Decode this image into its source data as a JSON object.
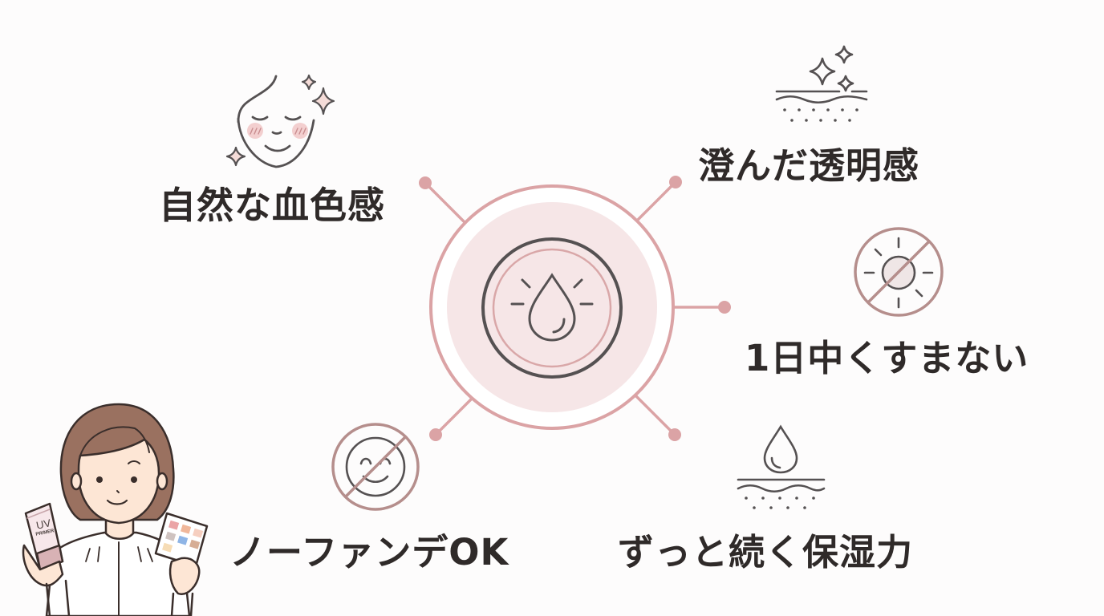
{
  "center": {
    "icon": "water-drop-shine-icon",
    "colors": {
      "ring": "#dba3a5",
      "disc": "#f6e6e7",
      "inner_ring_dark": "#555152",
      "inner_ring_pink": "#d9a7a8",
      "connector": "#dba3a5",
      "connector_dot": "#dba3a5"
    }
  },
  "features": [
    {
      "label": "自然な血色感",
      "icon": "glowing-face-icon",
      "position": "top-left"
    },
    {
      "label": "澄んだ透明感",
      "icon": "sparkle-skin-icon",
      "position": "top-right"
    },
    {
      "label": "1日中くすまない",
      "icon": "no-dullness-sun-icon",
      "position": "right"
    },
    {
      "label": "ノーファンデOK",
      "icon": "no-foundation-face-icon",
      "position": "bottom-left"
    },
    {
      "label": "ずっと続く保湿力",
      "icon": "moisture-skin-drop-icon",
      "position": "bottom-right"
    }
  ],
  "character": {
    "description": "woman holding UV primer tube and color palette",
    "tube_label_main": "UV",
    "tube_label_sub": "PRIMER",
    "palette_colors": [
      "#eba4a6",
      "#f0b79a",
      "#f6cfc0",
      "#cfc3c0",
      "#8fb5e6",
      "#d6ad95",
      "#f6dcb5"
    ]
  },
  "colors": {
    "text": "#2f2a29",
    "icon_stroke": "#555152",
    "prohibit_ring": "#b58e8c",
    "blush": "#f3cfcf",
    "star_fill": "#f5dcd8",
    "hair": "#9a7160",
    "skin": "#fde6d5",
    "background": "#fdfcfc"
  }
}
